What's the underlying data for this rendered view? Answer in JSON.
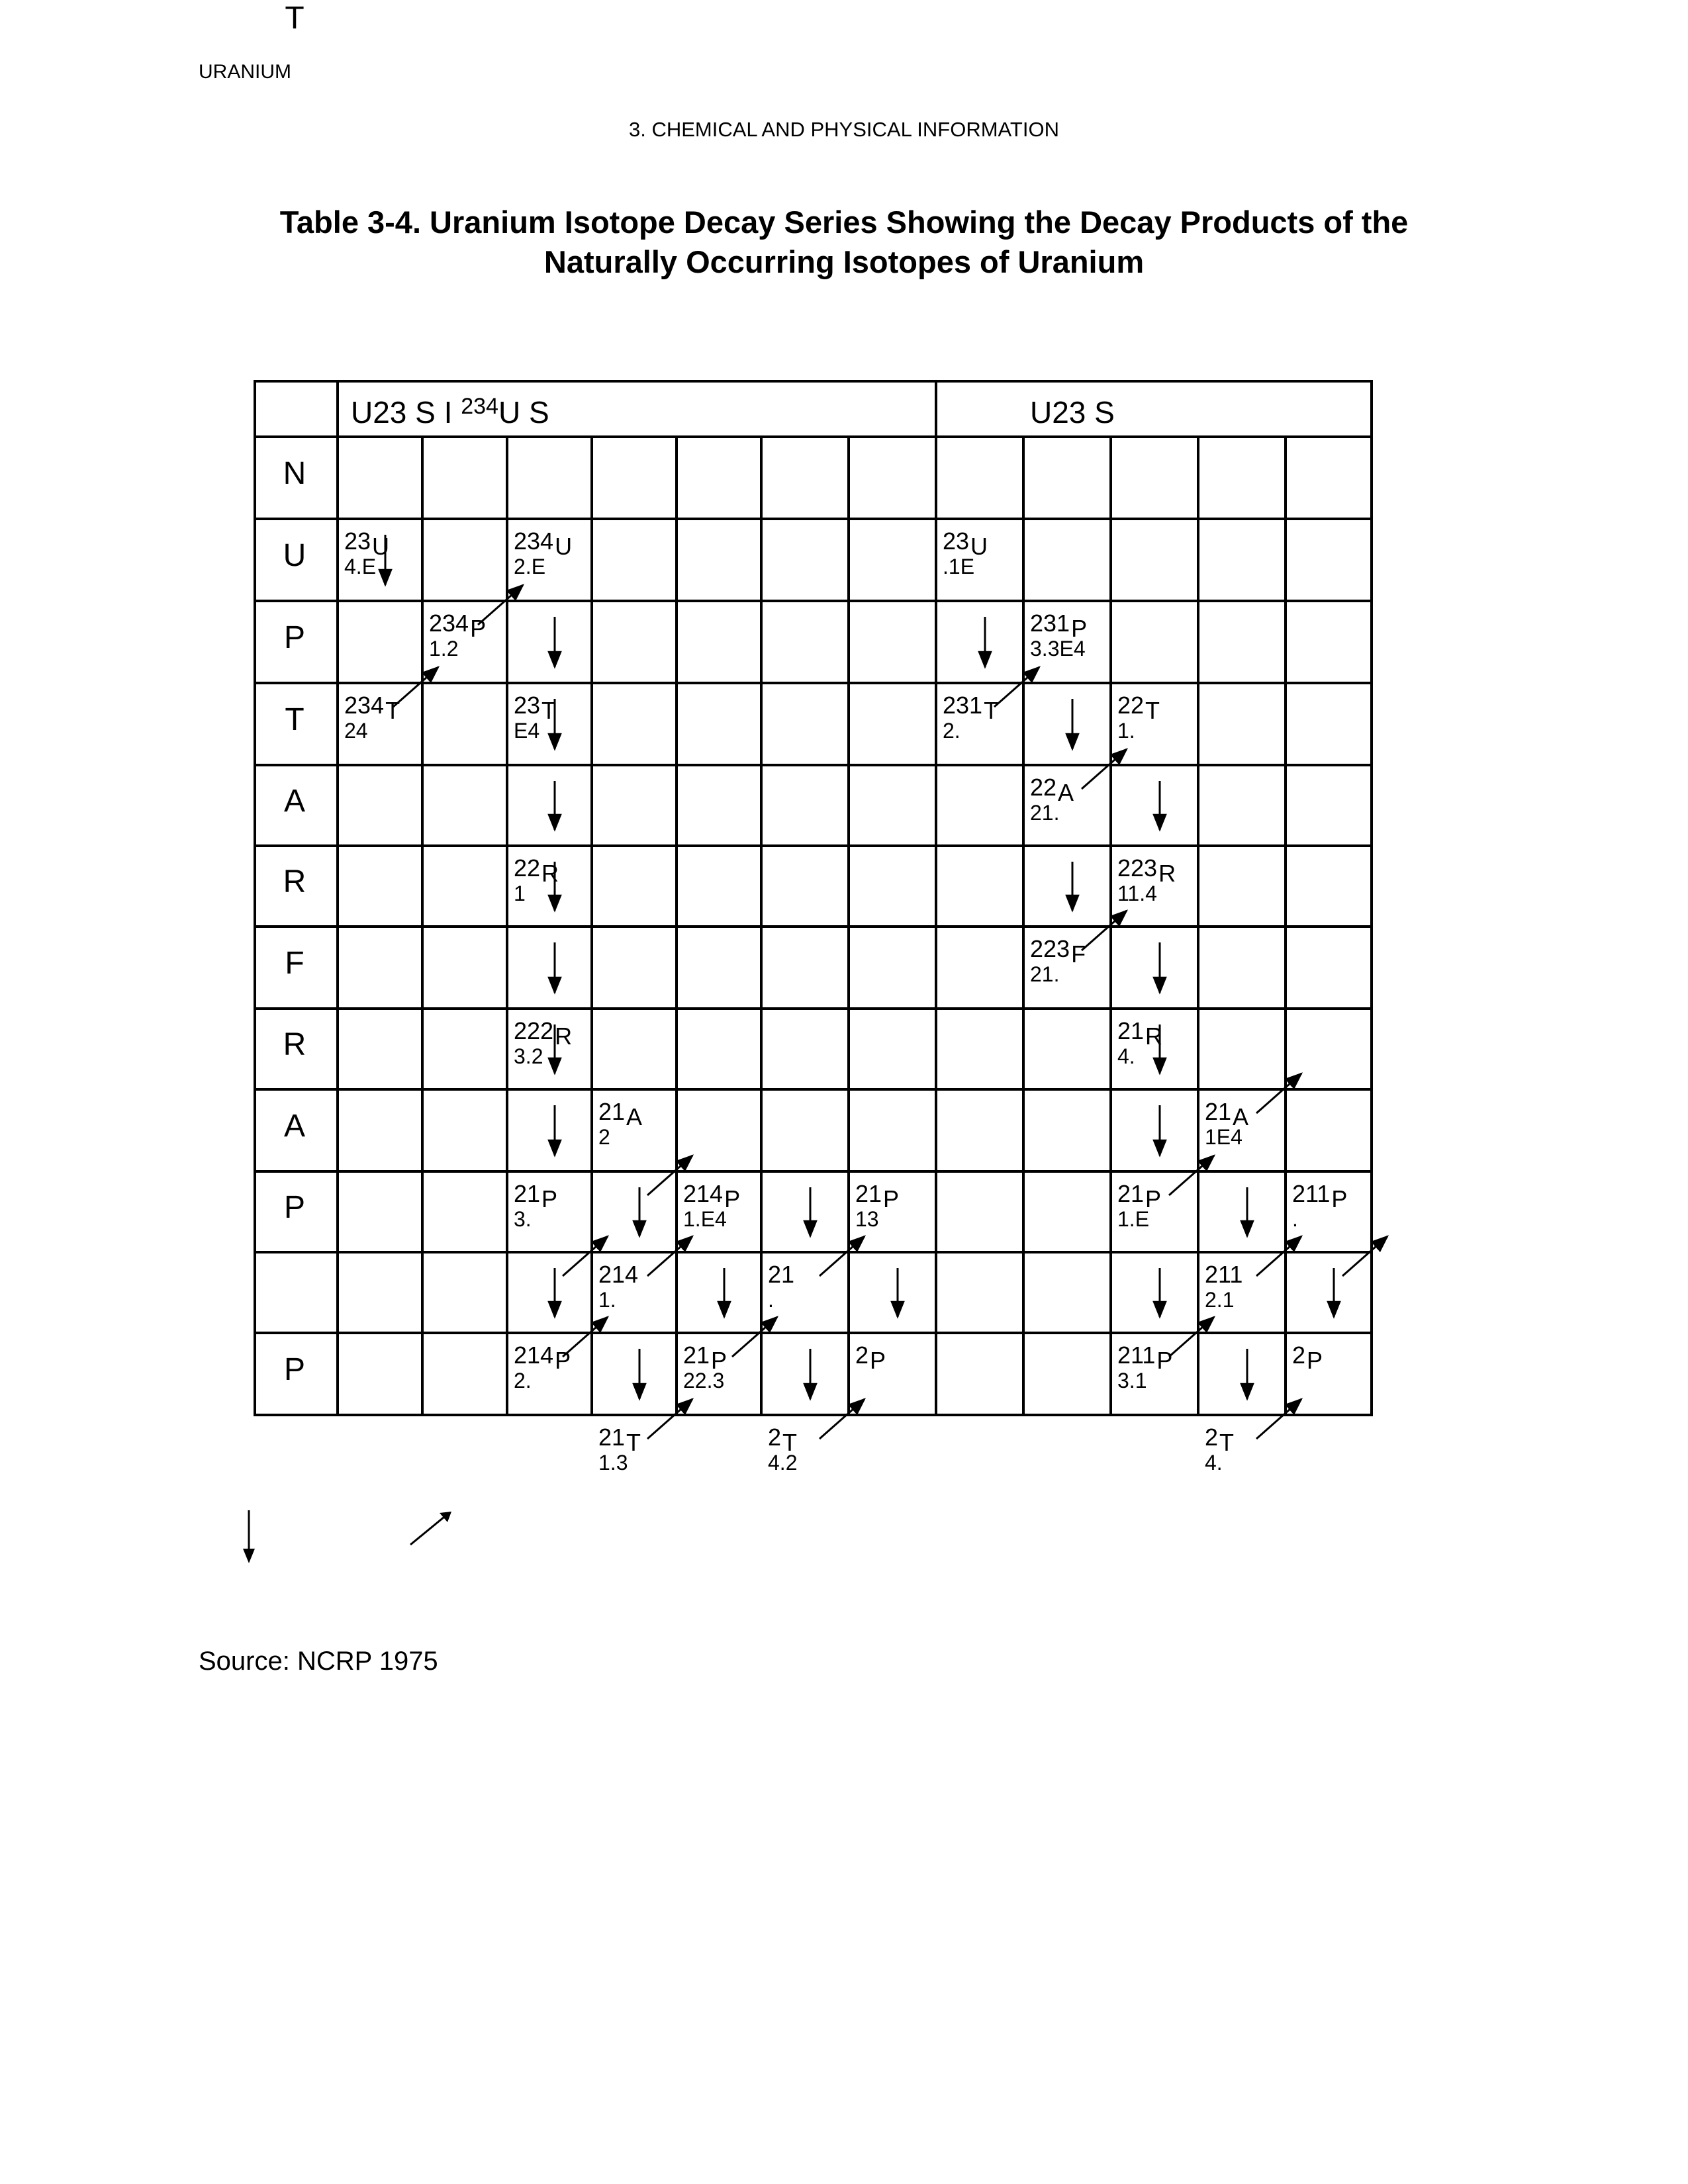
{
  "header": {
    "running_title": "URANIUM",
    "chapter": "3.  CHEMICAL AND PHYSICAL INFORMATION",
    "table_title_line1": "Table 3-4.  Uranium Isotope Decay Series Showing the Decay Products of the",
    "table_title_line2": "Naturally Occurring Isotopes of Uranium"
  },
  "table": {
    "col_group_1": {
      "pre": "U23 S I ",
      "sup": "234",
      "post": "U S"
    },
    "col_group_2": "U23 S",
    "row_labels": [
      "N",
      "U",
      "P",
      "T",
      "A",
      "R",
      "F",
      "R",
      "A",
      "P",
      "",
      "P",
      "T"
    ],
    "isotopes": [
      {
        "row": 1,
        "col": 0,
        "mass": "23",
        "el": "U",
        "hl": "4.E"
      },
      {
        "row": 1,
        "col": 2,
        "mass": "234",
        "el": "U",
        "hl": "2.E"
      },
      {
        "row": 1,
        "col": 7,
        "mass": "23",
        "el": "U",
        "hl": ".1E"
      },
      {
        "row": 2,
        "col": 1,
        "mass": "234",
        "el": "P",
        "hl": "1.2"
      },
      {
        "row": 2,
        "col": 8,
        "mass": "231",
        "el": "P",
        "hl": "3.3E4"
      },
      {
        "row": 3,
        "col": 0,
        "mass": "234",
        "el": "T",
        "hl": "24"
      },
      {
        "row": 3,
        "col": 2,
        "mass": "23",
        "el": "T",
        "hl": "E4"
      },
      {
        "row": 3,
        "col": 7,
        "mass": "231",
        "el": "T",
        "hl": "2."
      },
      {
        "row": 3,
        "col": 9,
        "mass": "22",
        "el": "T",
        "hl": "1."
      },
      {
        "row": 4,
        "col": 8,
        "mass": "22",
        "el": "A",
        "hl": "21."
      },
      {
        "row": 5,
        "col": 2,
        "mass": "22",
        "el": "R",
        "hl": "1"
      },
      {
        "row": 5,
        "col": 9,
        "mass": "223",
        "el": "R",
        "hl": "11.4"
      },
      {
        "row": 6,
        "col": 8,
        "mass": "223",
        "el": "F",
        "hl": "21."
      },
      {
        "row": 7,
        "col": 2,
        "mass": "222",
        "el": "R",
        "hl": "3.2"
      },
      {
        "row": 7,
        "col": 9,
        "mass": "21",
        "el": "R",
        "hl": "4."
      },
      {
        "row": 8,
        "col": 3,
        "mass": "21",
        "el": "A",
        "hl": "2"
      },
      {
        "row": 8,
        "col": 10,
        "mass": "21",
        "el": "A",
        "hl": "1E4"
      },
      {
        "row": 9,
        "col": 2,
        "mass": "21",
        "el": "P",
        "hl": "3."
      },
      {
        "row": 9,
        "col": 4,
        "mass": "214",
        "el": "P",
        "hl": "1.E4"
      },
      {
        "row": 9,
        "col": 6,
        "mass": "21",
        "el": "P",
        "hl": "13"
      },
      {
        "row": 9,
        "col": 9,
        "mass": "21",
        "el": "P",
        "hl": "1.E"
      },
      {
        "row": 9,
        "col": 11,
        "mass": "211",
        "el": "P",
        "hl": "."
      },
      {
        "row": 10,
        "col": 3,
        "mass": "214",
        "el": "",
        "hl": "1."
      },
      {
        "row": 10,
        "col": 5,
        "mass": "21",
        "el": "",
        "hl": "."
      },
      {
        "row": 10,
        "col": 10,
        "mass": "211",
        "el": "",
        "hl": "2.1"
      },
      {
        "row": 11,
        "col": 2,
        "mass": "214",
        "el": "P",
        "hl": "2."
      },
      {
        "row": 11,
        "col": 4,
        "mass": "21",
        "el": "P",
        "hl": "22.3"
      },
      {
        "row": 11,
        "col": 6,
        "mass": "2",
        "el": "P",
        "hl": ""
      },
      {
        "row": 11,
        "col": 9,
        "mass": "211",
        "el": "P",
        "hl": "3.1"
      },
      {
        "row": 11,
        "col": 11,
        "mass": "2",
        "el": "P",
        "hl": ""
      },
      {
        "row": 12,
        "col": 3,
        "mass": "21",
        "el": "T",
        "hl": "1.3"
      },
      {
        "row": 12,
        "col": 5,
        "mass": "2",
        "el": "T",
        "hl": "4.2"
      },
      {
        "row": 12,
        "col": 10,
        "mass": "2",
        "el": "T",
        "hl": "4."
      }
    ],
    "alpha_decays": [
      [
        1,
        0
      ],
      [
        2,
        2
      ],
      [
        3,
        2
      ],
      [
        4,
        2
      ],
      [
        5,
        2
      ],
      [
        6,
        2
      ],
      [
        7,
        2
      ],
      [
        8,
        2
      ],
      [
        9,
        3
      ],
      [
        9,
        5
      ],
      [
        10,
        2
      ],
      [
        10,
        4
      ],
      [
        10,
        6
      ],
      [
        11,
        3
      ],
      [
        11,
        5
      ],
      [
        2,
        7
      ],
      [
        3,
        8
      ],
      [
        4,
        9
      ],
      [
        5,
        8
      ],
      [
        6,
        9
      ],
      [
        7,
        9
      ],
      [
        8,
        9
      ],
      [
        9,
        10
      ],
      [
        10,
        9
      ],
      [
        10,
        11
      ],
      [
        11,
        10
      ]
    ],
    "beta_decays": [
      [
        3,
        0
      ],
      [
        2,
        1
      ],
      [
        10,
        2
      ],
      [
        9,
        3
      ],
      [
        11,
        2
      ],
      [
        10,
        3
      ],
      [
        12,
        3
      ],
      [
        11,
        4
      ],
      [
        10,
        5
      ],
      [
        12,
        5
      ],
      [
        3,
        7
      ],
      [
        4,
        8
      ],
      [
        6,
        8
      ],
      [
        9,
        9
      ],
      [
        8,
        10
      ],
      [
        10,
        10
      ],
      [
        11,
        9
      ],
      [
        12,
        10
      ],
      [
        10,
        11
      ]
    ]
  },
  "source": "Source: NCRP 1975"
}
